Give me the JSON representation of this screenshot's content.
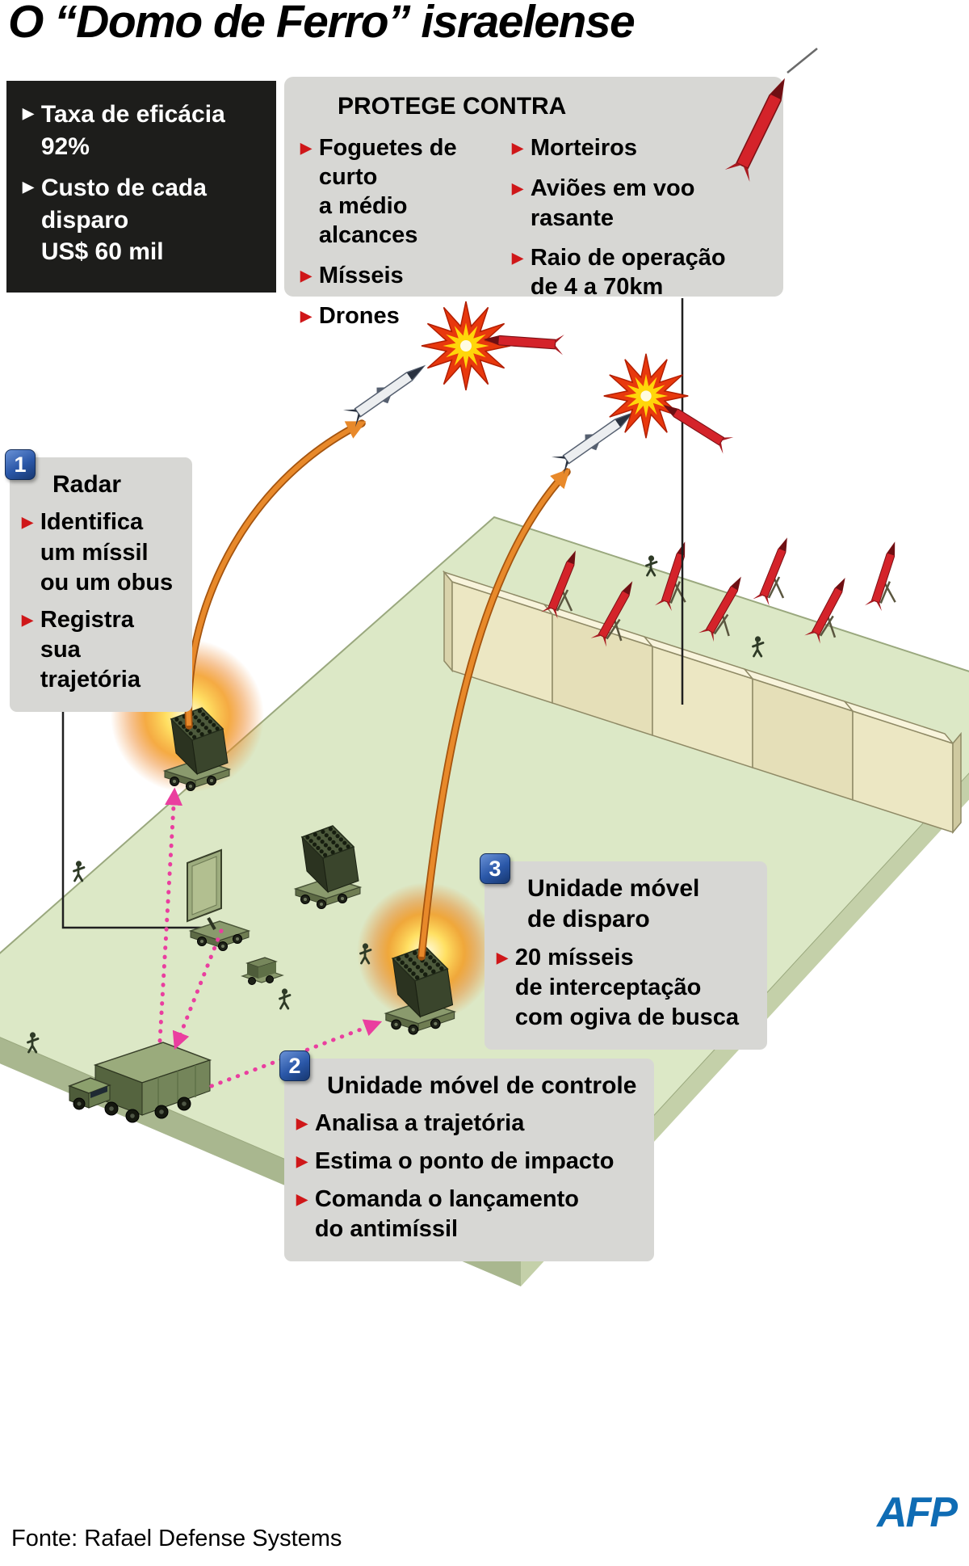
{
  "title": "O “Domo de Ferro” israelense",
  "icons": {
    "bullet": "▶"
  },
  "colors": {
    "accent_red": "#cf1719",
    "badge_blue": "#2a57a8",
    "box_gray": "#d7d7d4",
    "box_black": "#1d1d1b",
    "trajectory_orange": "#e8892a",
    "datalink_pink": "#ea3e9f",
    "ground_green": "#dce8c6",
    "afp_blue": "#0f6cb4"
  },
  "stats_box": {
    "items": [
      "Taxa de eficácia\n92%",
      "Custo de cada\ndisparo\nUS$ 60 mil"
    ]
  },
  "protect_box": {
    "heading": "PROTEGE CONTRA",
    "col1": [
      "Foguetes de curto\na médio alcances",
      "Mísseis",
      "Drones"
    ],
    "col2": [
      "Morteiros",
      "Aviões em voo rasante",
      "Raio de operação\nde 4 a 70km"
    ]
  },
  "callouts": {
    "radar": {
      "number": "1",
      "title": "Radar",
      "items": [
        "Identifica\num míssil\nou um obus",
        "Registra\nsua trajetória"
      ]
    },
    "control_unit": {
      "number": "2",
      "title": "Unidade móvel de controle",
      "items": [
        "Analisa a trajetória",
        "Estima o ponto de impacto",
        "Comanda o lançamento\ndo antimíssil"
      ]
    },
    "fire_unit": {
      "number": "3",
      "title": "Unidade móvel\nde disparo",
      "items": [
        "20 mísseis\nde interceptação\ncom ogiva de busca"
      ]
    }
  },
  "footer": {
    "source": "Fonte: Rafael Defense Systems",
    "logo": "AFP"
  }
}
